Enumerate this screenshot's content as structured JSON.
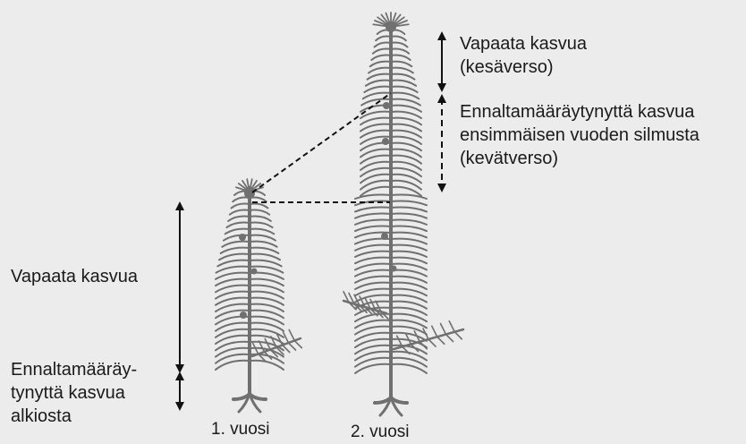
{
  "labels": {
    "free_growth_top": "Vapaata kasvua\n(kesäverso)",
    "predetermined_top": "Ennaltamääräytynyttä kasvua\nensimmäisen vuoden silmusta\n(kevätverso)",
    "free_growth_left": "Vapaata kasvua",
    "predetermined_left": "Ennaltamääräy-\ntynyttä kasvua\nalkiosta",
    "year1": "1. vuosi",
    "year2": "2. vuosi"
  },
  "colors": {
    "background": "#ececec",
    "seedling": "#707070",
    "arrows": "#111111",
    "text": "#1a1a1a"
  },
  "icons": {
    "arrow_solid": "double-headed-arrow",
    "arrow_dashed": "dashed-double-headed-arrow"
  }
}
